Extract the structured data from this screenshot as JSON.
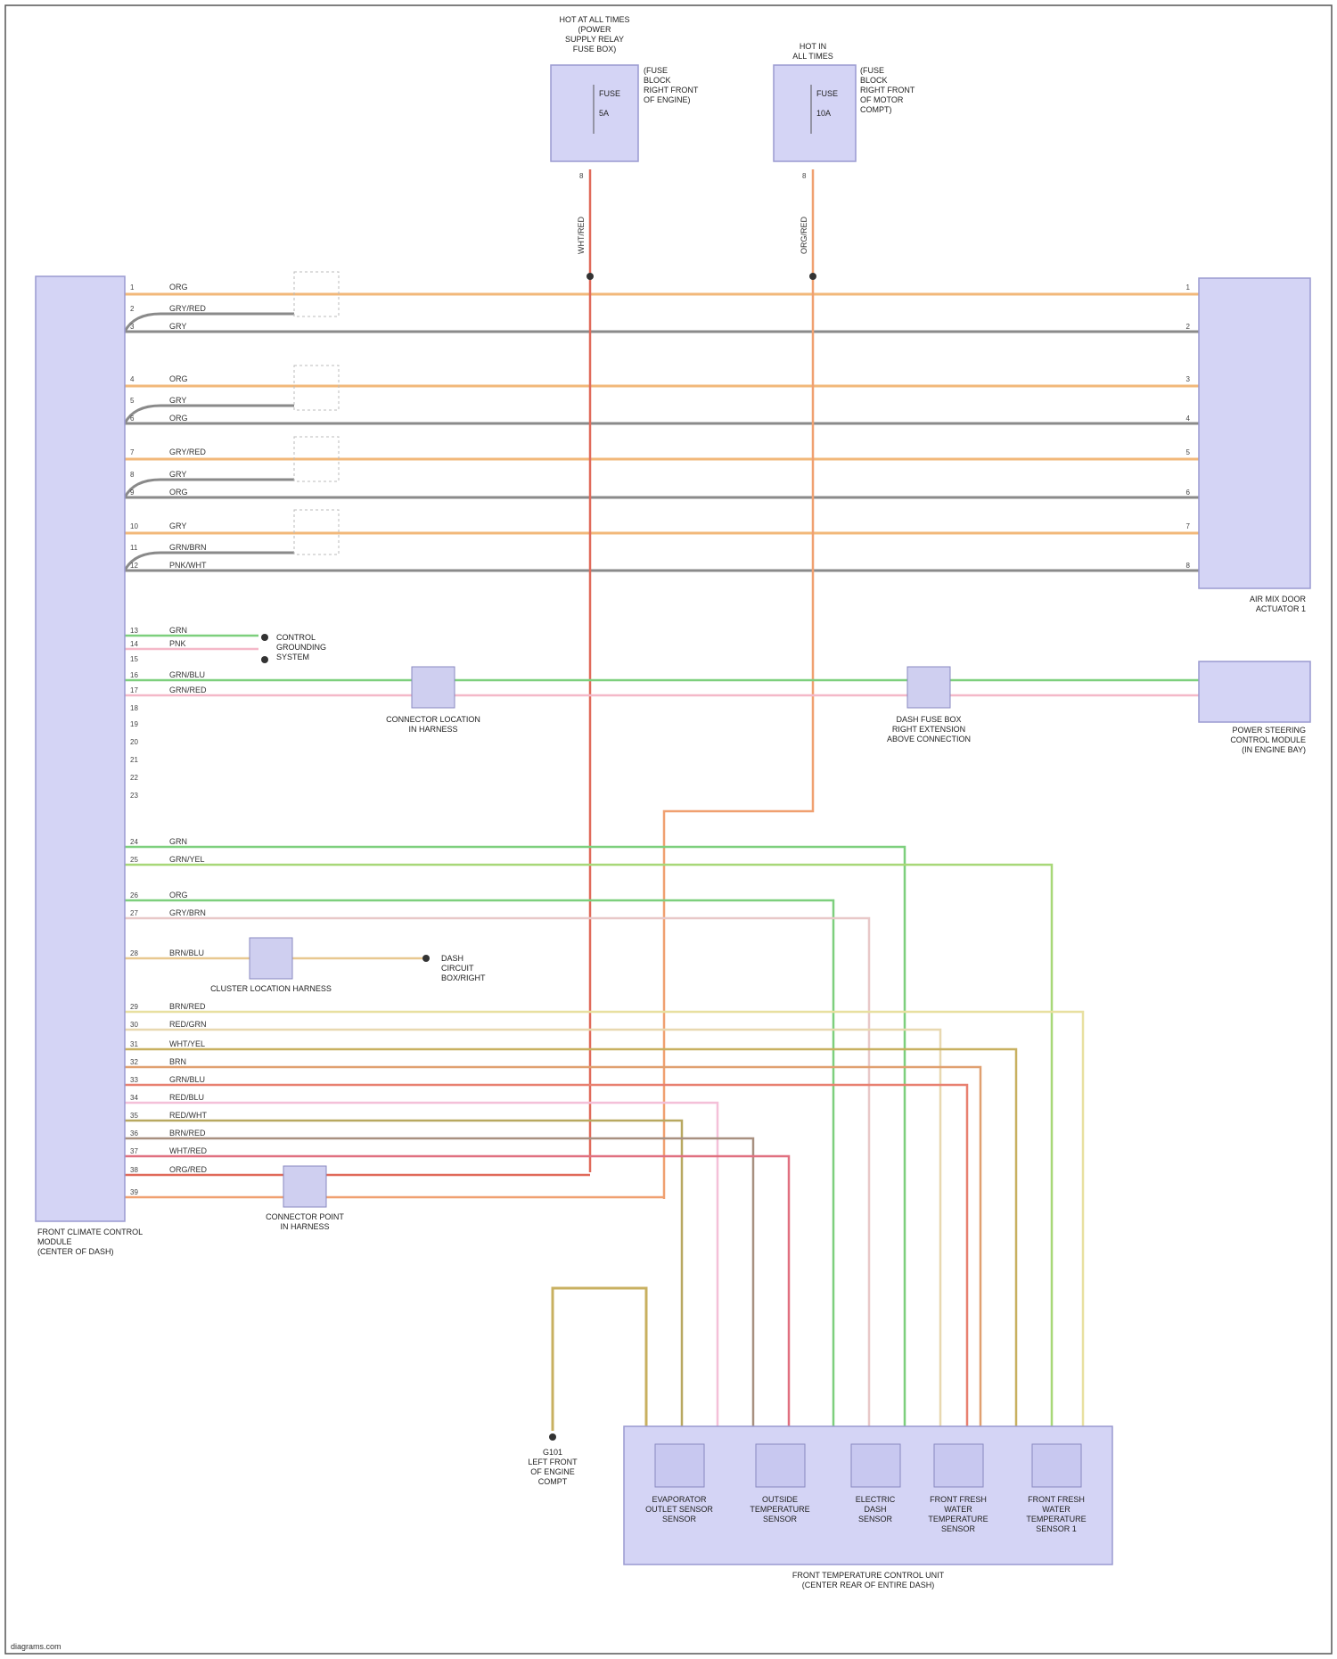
{
  "page": {
    "footer_text": "diagrams.com"
  },
  "modules": {
    "left_module": {
      "caption_lines": [
        "FRONT CLIMATE CONTROL",
        "MODULE",
        "(CENTER OF DASH)"
      ]
    },
    "right_module": {
      "caption_lines": [
        "AIR MIX DOOR",
        "ACTUATOR 1"
      ]
    },
    "blend_module": {
      "caption_lines": [
        "POWER STEERING",
        "CONTROL MODULE",
        "(IN ENGINE BAY)"
      ]
    },
    "fuse_left": {
      "header_lines": [
        "HOT AT ALL TIMES",
        "(POWER",
        "SUPPLY RELAY",
        "FUSE BOX)"
      ],
      "inner_labels": [
        "FUSE",
        "5A"
      ],
      "side_lines": [
        "(FUSE",
        "BLOCK",
        "RIGHT FRONT",
        "OF ENGINE)"
      ],
      "wire_label": "WHT/RED",
      "pin": "8"
    },
    "fuse_right": {
      "header_lines": [
        "HOT IN",
        "ALL TIMES"
      ],
      "inner_labels": [
        "FUSE",
        "10A"
      ],
      "side_lines": [
        "(FUSE",
        "BLOCK",
        "RIGHT FRONT",
        "OF MOTOR",
        "COMPT)"
      ],
      "wire_label": "ORG/RED",
      "pin": "8"
    },
    "bottom_module": {
      "caption_lines": [
        "FRONT TEMPERATURE CONTROL UNIT",
        "(CENTER REAR OF ENTIRE DASH)"
      ],
      "sensors": [
        {
          "label_lines": [
            "EVAPORATOR",
            "OUTLET SENSOR",
            "SENSOR"
          ]
        },
        {
          "label_lines": [
            "OUTSIDE",
            "TEMPERATURE",
            "SENSOR"
          ]
        },
        {
          "label_lines": [
            "ELECTRIC",
            "DASH",
            "SENSOR"
          ]
        },
        {
          "label_lines": [
            "FRONT FRESH",
            "WATER",
            "TEMPERATURE",
            "SENSOR"
          ]
        },
        {
          "label_lines": [
            "FRONT FRESH",
            "WATER",
            "TEMPERATURE",
            "SENSOR 1"
          ]
        }
      ]
    },
    "ground": {
      "label_lines": [
        "G101",
        "LEFT FRONT",
        "OF ENGINE",
        "COMPT"
      ]
    }
  },
  "connectors": [
    {
      "caption_lines": [
        "CONNECTOR LOCATION",
        "IN HARNESS"
      ]
    },
    {
      "caption_lines": [
        "DASH FUSE BOX",
        "RIGHT EXTENSION",
        "ABOVE CONNECTION"
      ]
    },
    {
      "caption_lines": [
        "CLUSTER LOCATION HARNESS"
      ]
    },
    {
      "caption_lines": [
        "CONNECTOR POINT",
        "IN HARNESS"
      ]
    }
  ],
  "splices": {
    "upper": {
      "label_lines": [
        "CONTROL",
        "GROUNDING",
        "SYSTEM"
      ]
    },
    "mid": {
      "label_lines": [
        "DASH",
        "CIRCUIT",
        "BOX/RIGHT"
      ]
    }
  },
  "wires": {
    "left_pins": [
      "1",
      "2",
      "3",
      "4",
      "5",
      "6",
      "7",
      "8",
      "9",
      "10",
      "11",
      "12",
      "13",
      "14",
      "15",
      "16",
      "17",
      "18",
      "19",
      "20",
      "21",
      "22",
      "23",
      "24",
      "25",
      "26",
      "27",
      "28",
      "29",
      "30",
      "31",
      "32",
      "33",
      "34",
      "35",
      "36",
      "37",
      "38",
      "39"
    ],
    "right_pins": [
      "1",
      "2",
      "3",
      "4",
      "5",
      "6",
      "7",
      "8"
    ],
    "colors": [
      "ORG",
      "GRY/RED",
      "GRY",
      "ORG",
      "GRY",
      "ORG",
      "GRY/RED",
      "GRY",
      "ORG",
      "GRY",
      "GRN/BRN",
      "PNK/WHT",
      "GRN",
      "PNK",
      "GRN/BLU",
      "GRN/RED",
      "GRN",
      "GRN/YEL",
      "ORG",
      "GRY/BRN",
      "BRN/BLU",
      "BRN/RED",
      "RED/GRN",
      "WHT/YEL",
      "BRN",
      "GRN/BLU",
      "RED/BLU",
      "RED/WHT",
      "BRN/RED",
      "WHT/RED",
      "ORG/RED"
    ]
  },
  "colors": {
    "orange": "#f2b87a",
    "gray": "#8a8a8a",
    "green": "#7dcf7d",
    "pink": "#f4b8c8",
    "red": "#e06a5a",
    "module_fill": "#d4d4f5",
    "module_stroke": "#9a9ad0"
  }
}
